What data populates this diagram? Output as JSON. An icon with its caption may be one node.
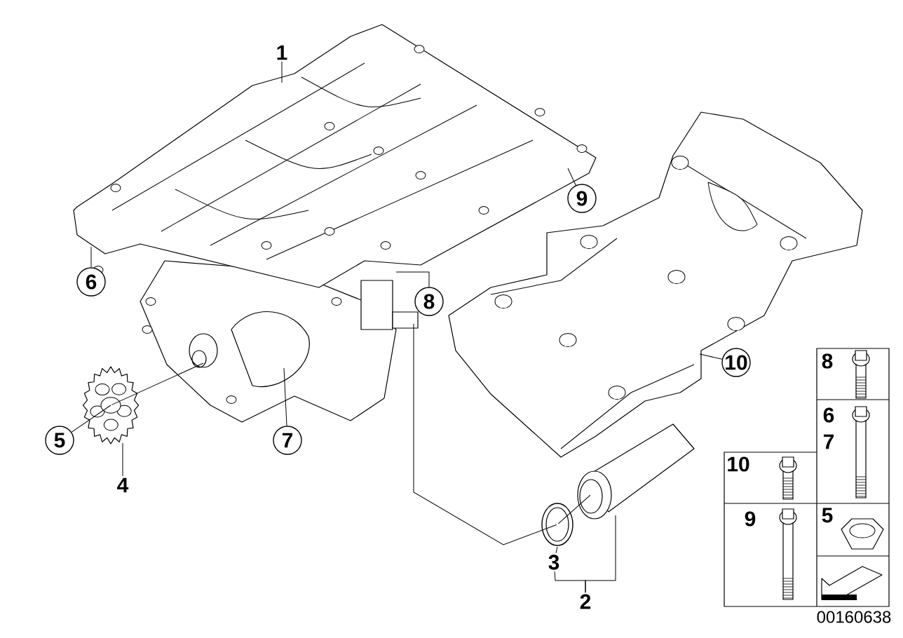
{
  "diagram": {
    "nodes": [
      {
        "text": [
          "1"
        ]
      },
      {
        "text": [],
        "shape": "picture"
      },
      {
        "text": [
          "9"
        ]
      },
      {
        "text": [
          "6"
        ]
      },
      {
        "text": [
          "8"
        ]
      },
      {
        "text": [
          "7"
        ]
      },
      {
        "text": [
          "5"
        ]
      },
      {
        "text": [],
        "shape": "picture"
      },
      {
        "text": [
          "4"
        ]
      },
      {
        "text": [],
        "shape": "picture"
      },
      {
        "text": [
          "10"
        ]
      },
      {
        "text": [],
        "shape": "picture"
      },
      {
        "text": [],
        "shape": "picture"
      },
      {
        "text": [
          "3"
        ]
      },
      {
        "text": [
          "2"
        ]
      }
    ],
    "edges": [
      {
        "from": 0,
        "to": 1,
        "arrow": "none"
      },
      {
        "from": 2,
        "to": 1,
        "arrow": "none"
      },
      {
        "from": 3,
        "to": 1,
        "arrow": "none"
      },
      {
        "from": 4,
        "to": 1,
        "arrow": "none"
      },
      {
        "from": 5,
        "to": 1,
        "arrow": "none"
      },
      {
        "from": 6,
        "to": 7,
        "arrow": "none"
      },
      {
        "from": 8,
        "to": 7,
        "arrow": "none"
      },
      {
        "from": 10,
        "to": 9,
        "arrow": "none"
      },
      {
        "from": 13,
        "to": 12,
        "arrow": "none"
      },
      {
        "from": 14,
        "to": 13,
        "arrow": "none"
      },
      {
        "from": 14,
        "to": 11,
        "arrow": "none"
      },
      {
        "from": 7,
        "to": 1,
        "arrow": "none"
      },
      {
        "from": 12,
        "to": 1,
        "arrow": "none"
      },
      {
        "from": 12,
        "to": 11,
        "arrow": "none"
      }
    ],
    "labels": [
      "8",
      "6",
      "7",
      "10",
      "9",
      "5",
      "00160638"
    ]
  }
}
